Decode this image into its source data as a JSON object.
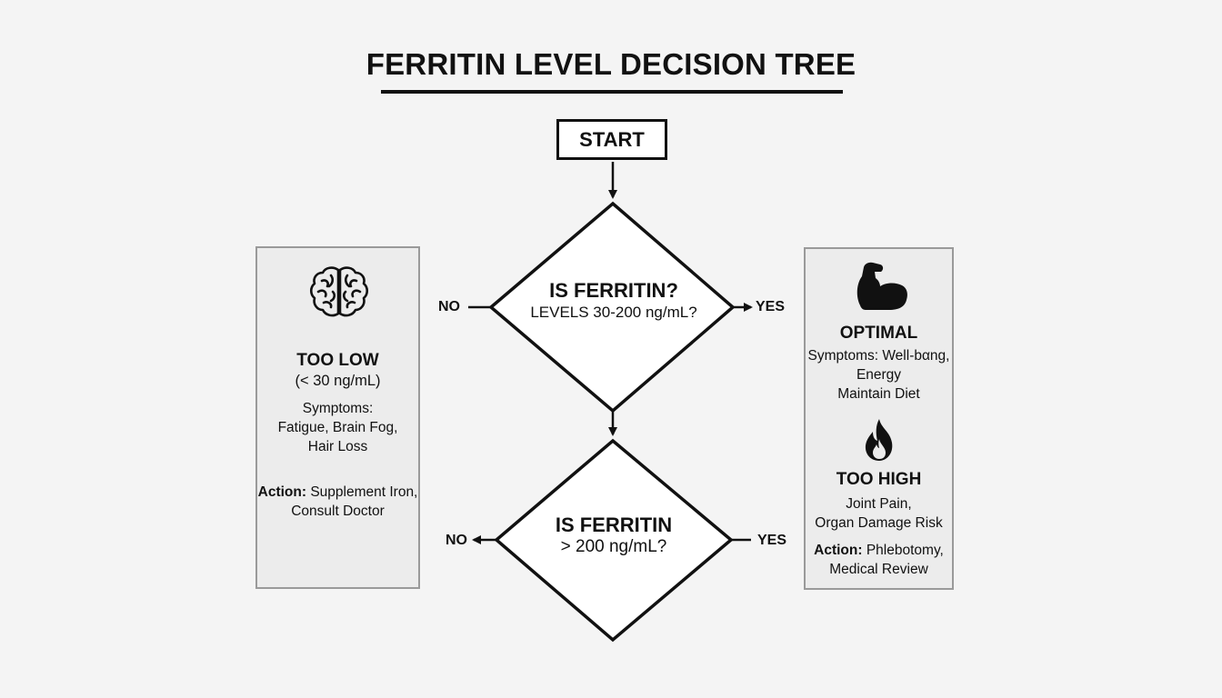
{
  "title": "FERRITIN LEVEL DECISION TREE",
  "start": "START",
  "decision1": {
    "line1": "IS FERRITIN?",
    "line2": "LEVELS 30-200 ng/mL?",
    "no": "NO",
    "yes": "YES"
  },
  "decision2": {
    "line1": "IS FERRITIN",
    "line2": "> 200 ng/mL?",
    "no": "NO",
    "yes": "YES"
  },
  "low_panel": {
    "icon": "brain-icon",
    "heading": "TOO LOW",
    "range": "(< 30 ng/mL)",
    "symptoms_label": "Symptoms:",
    "symptoms_1": "Fatigue, Brain Fog,",
    "symptoms_2": "Hair Loss",
    "action_label": "Action:",
    "action_1": " Supplement Iron,",
    "action_2": "Consult Doctor"
  },
  "optimal": {
    "icon": "flexed-arm-icon",
    "heading": "OPTIMAL",
    "symptoms_1": "Symptoms: Well-bαng,",
    "symptoms_2": "Energy",
    "action": "Maintain Diet"
  },
  "high": {
    "icon": "fire-icon",
    "heading": "TOO HIGH",
    "symptoms_1": "Joint Pain,",
    "symptoms_2": "Organ Damage Risk",
    "action_label": "Action:",
    "action_1": " Phlebotomy,",
    "action_2": "Medical Review"
  }
}
